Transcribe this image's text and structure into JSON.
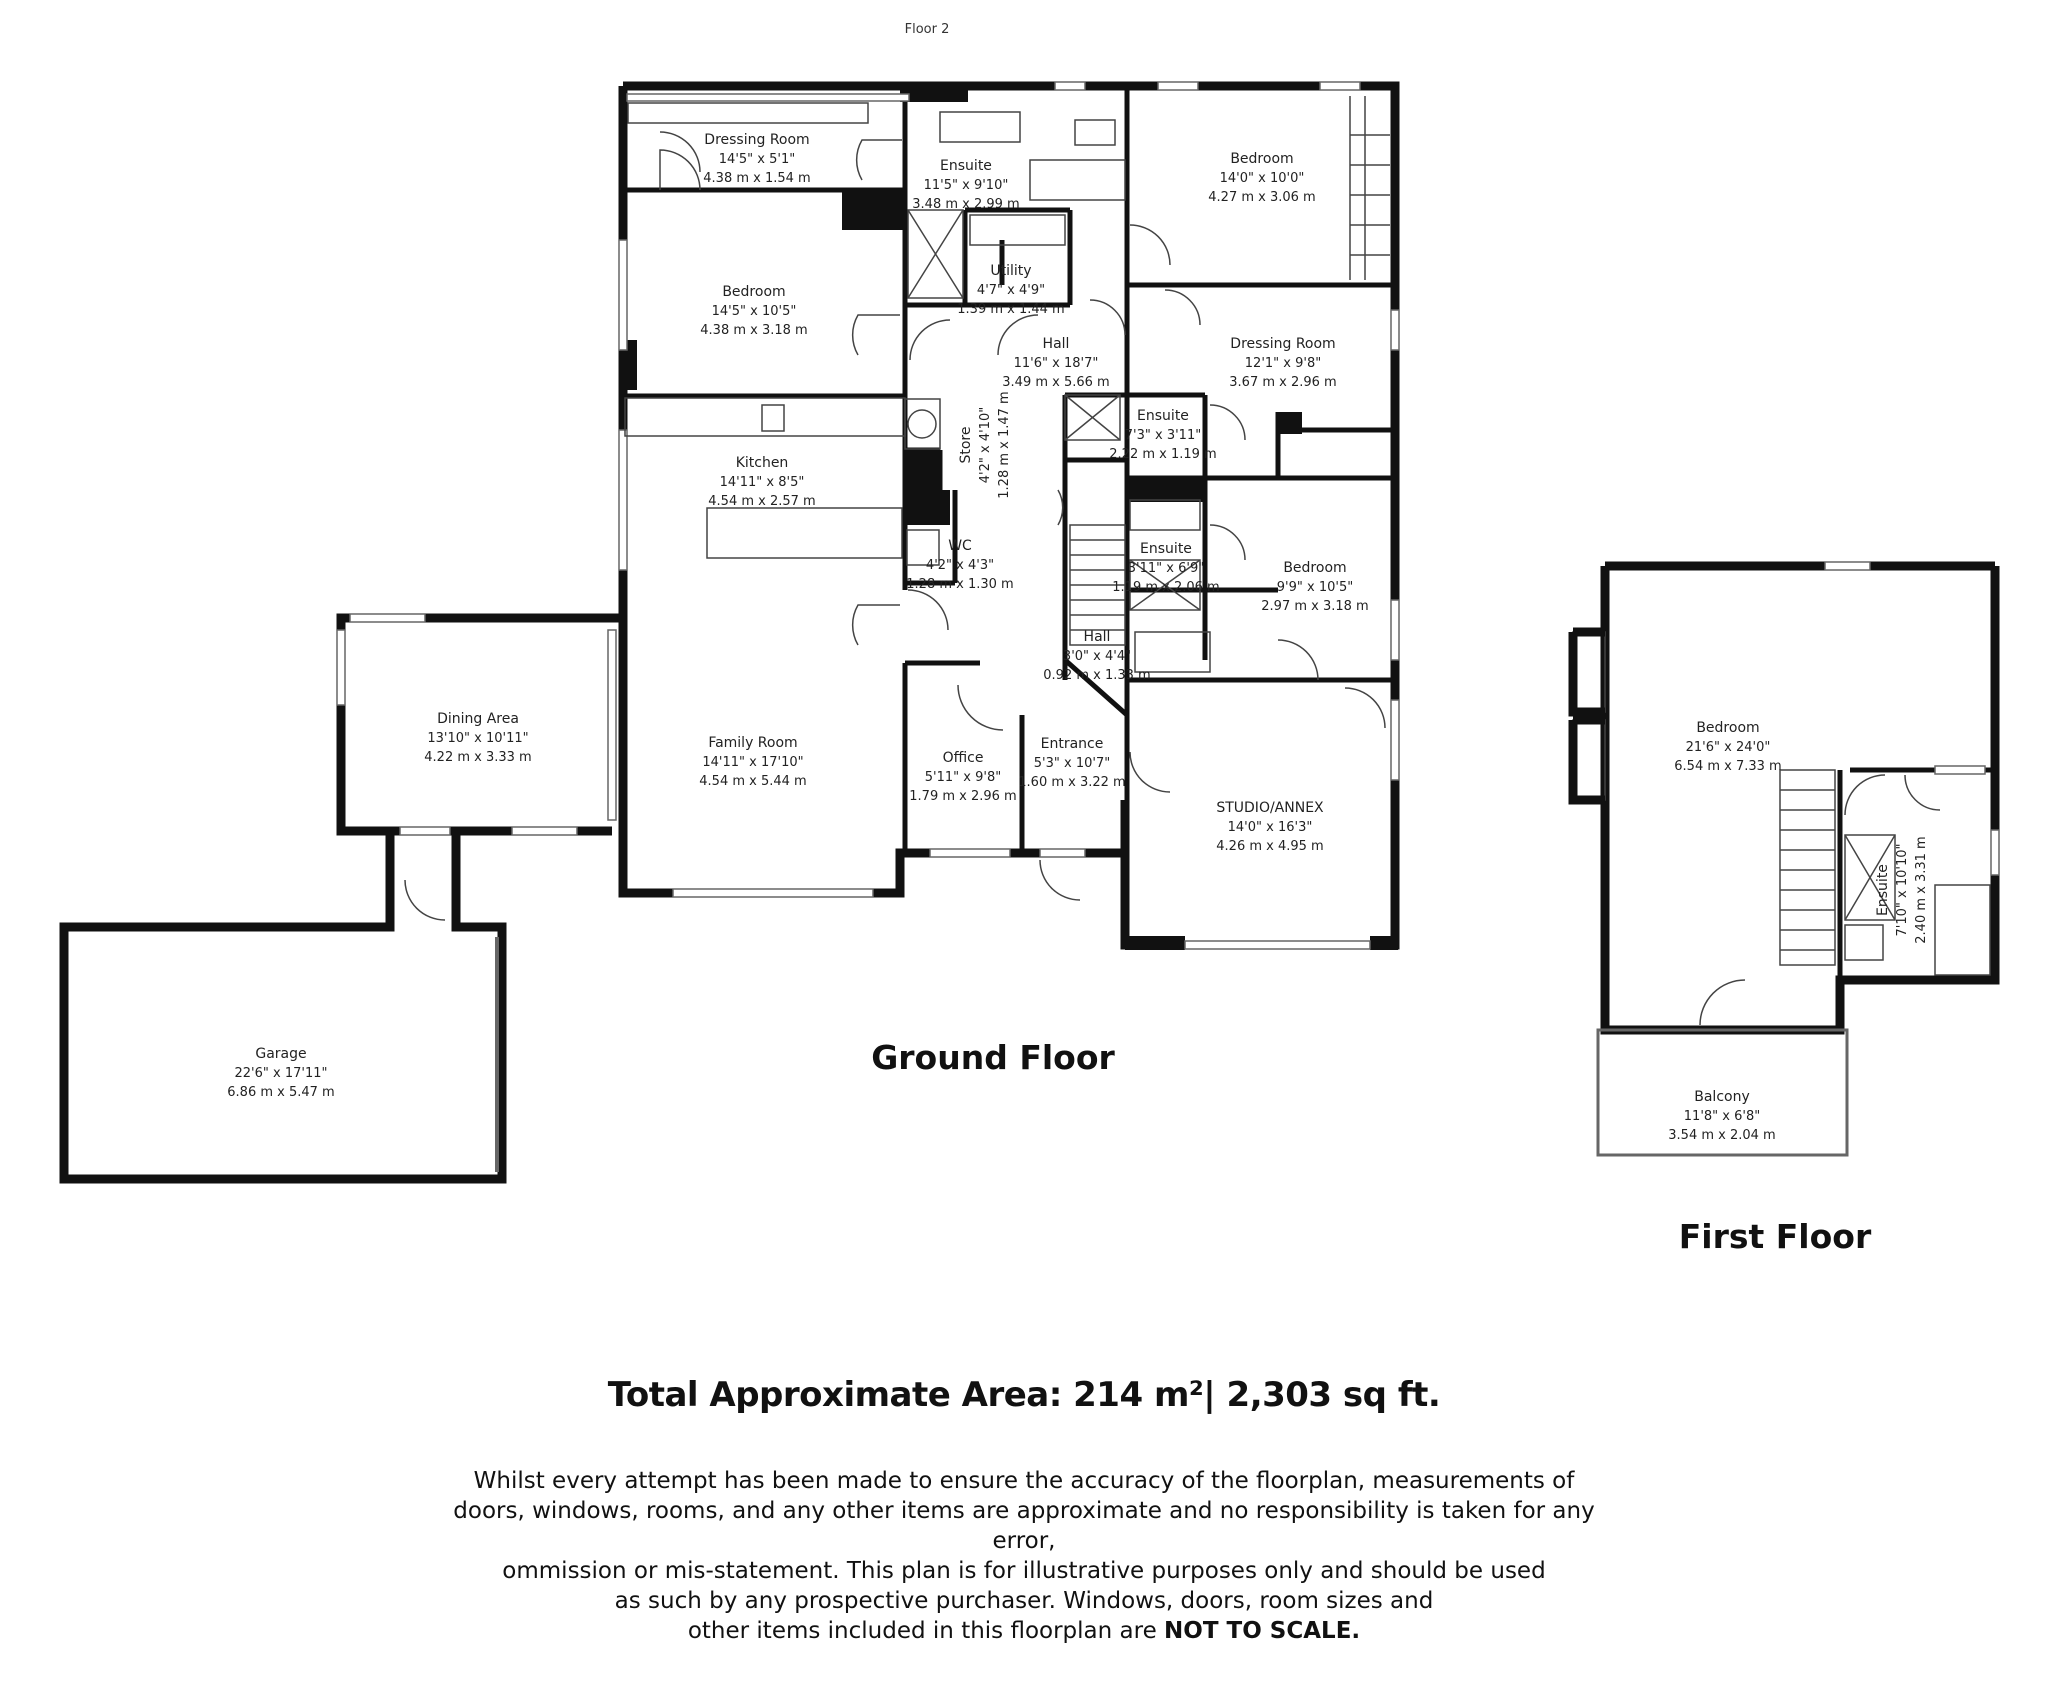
{
  "header": {
    "floor_label": "Floor 2"
  },
  "ground_floor": {
    "label": "Ground Floor",
    "rooms": [
      {
        "id": "dressing-room-1",
        "name": "Dressing Room",
        "imperial": "14'5\" x 5'1\"",
        "metric": "4.38 m x 1.54 m"
      },
      {
        "id": "ensuite-1",
        "name": "Ensuite",
        "imperial": "11'5\" x 9'10\"",
        "metric": "3.48 m x 2.99 m"
      },
      {
        "id": "bedroom-1",
        "name": "Bedroom",
        "imperial": "14'0\" x 10'0\"",
        "metric": "4.27 m x 3.06 m"
      },
      {
        "id": "bedroom-2",
        "name": "Bedroom",
        "imperial": "14'5\" x 10'5\"",
        "metric": "4.38 m x 3.18 m"
      },
      {
        "id": "utility",
        "name": "Utility",
        "imperial": "4'7\" x 4'9\"",
        "metric": "1.39 m x 1.44 m"
      },
      {
        "id": "hall-1",
        "name": "Hall",
        "imperial": "11'6\" x 18'7\"",
        "metric": "3.49 m x 5.66 m"
      },
      {
        "id": "dressing-room-2",
        "name": "Dressing Room",
        "imperial": "12'1\" x 9'8\"",
        "metric": "3.67 m x 2.96 m"
      },
      {
        "id": "store",
        "name": "Store",
        "imperial": "4'2\" x 4'10\"",
        "metric": "1.28 m x 1.47 m"
      },
      {
        "id": "ensuite-2",
        "name": "Ensuite",
        "imperial": "7'3\" x 3'11\"",
        "metric": "2.22 m x 1.19 m"
      },
      {
        "id": "kitchen",
        "name": "Kitchen",
        "imperial": "14'11\" x 8'5\"",
        "metric": "4.54 m x 2.57 m"
      },
      {
        "id": "wc",
        "name": "WC",
        "imperial": "4'2\" x 4'3\"",
        "metric": "1.28 m x 1.30 m"
      },
      {
        "id": "ensuite-3",
        "name": "Ensuite",
        "imperial": "3'11\" x 6'9\"",
        "metric": "1.19 m x 2.06 m"
      },
      {
        "id": "bedroom-3",
        "name": "Bedroom",
        "imperial": "9'9\" x 10'5\"",
        "metric": "2.97 m x 3.18 m"
      },
      {
        "id": "hall-2",
        "name": "Hall",
        "imperial": "3'0\" x 4'4\"",
        "metric": "0.92 m x 1.33 m"
      },
      {
        "id": "dining-area",
        "name": "Dining Area",
        "imperial": "13'10\" x 10'11\"",
        "metric": "4.22 m x 3.33 m"
      },
      {
        "id": "family-room",
        "name": "Family Room",
        "imperial": "14'11\" x 17'10\"",
        "metric": "4.54 m x 5.44 m"
      },
      {
        "id": "office",
        "name": "Office",
        "imperial": "5'11\" x 9'8\"",
        "metric": "1.79 m x 2.96 m"
      },
      {
        "id": "entrance",
        "name": "Entrance",
        "imperial": "5'3\" x 10'7\"",
        "metric": "1.60 m x 3.22 m"
      },
      {
        "id": "studio-annex",
        "name": "STUDIO/ANNEX",
        "imperial": "14'0\" x 16'3\"",
        "metric": "4.26 m x 4.95 m"
      },
      {
        "id": "garage",
        "name": "Garage",
        "imperial": "22'6\" x 17'11\"",
        "metric": "6.86 m x 5.47 m"
      }
    ]
  },
  "first_floor": {
    "label": "First Floor",
    "rooms": [
      {
        "id": "bedroom-ff",
        "name": "Bedroom",
        "imperial": "21'6\" x 24'0\"",
        "metric": "6.54 m x 7.33 m"
      },
      {
        "id": "ensuite-ff",
        "name": "Ensuite",
        "imperial": "7'10\" x 10'10\"",
        "metric": "2.40 m x 3.31 m"
      },
      {
        "id": "balcony",
        "name": "Balcony",
        "imperial": "11'8\" x 6'8\"",
        "metric": "3.54 m x 2.04 m"
      }
    ]
  },
  "total_area": "Total Approximate Area: 214 m²| 2,303 sq ft.",
  "disclaimer": {
    "lines": [
      "Whilst every attempt has been made to ensure the accuracy of the floorplan, measurements of",
      "doors, windows, rooms, and any other items are approximate and no responsibility is taken for any error,",
      "ommission or mis-statement. This plan is for illustrative purposes only and should be used",
      "as such by any prospective purchaser. Windows, doors, room sizes and",
      "other items included in this floorplan are"
    ],
    "emphasis": "NOT TO SCALE."
  }
}
